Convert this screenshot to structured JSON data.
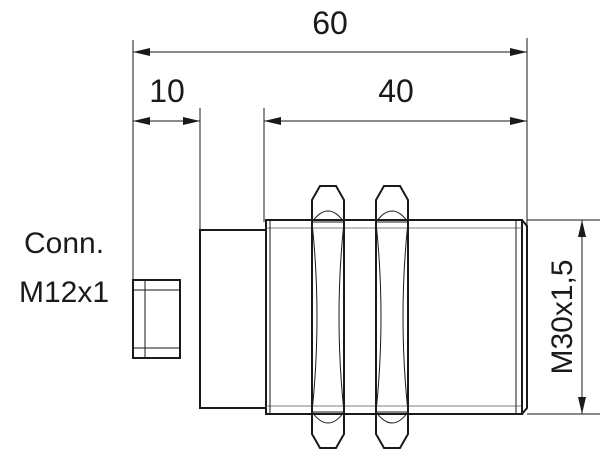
{
  "dimensions": {
    "overall_length": "60",
    "connector_length": "10",
    "thread_length": "40"
  },
  "labels": {
    "connector_line1": "Conn.",
    "connector_line2": "M12x1",
    "thread_size": "M30x1,5"
  }
}
